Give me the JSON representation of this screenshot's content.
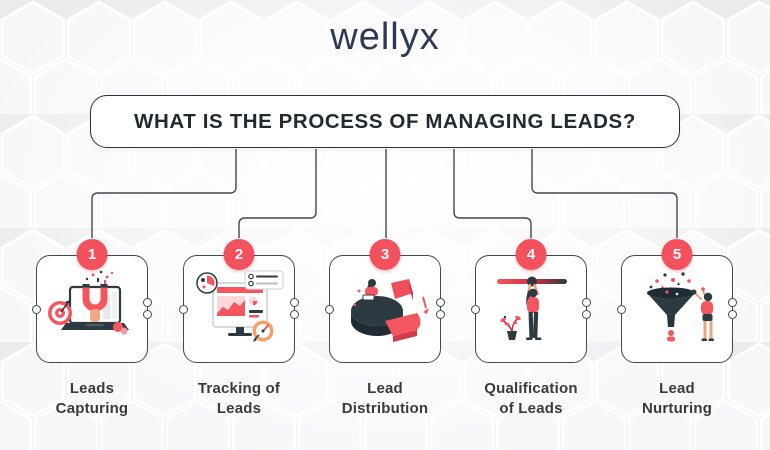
{
  "logo": {
    "text": "wellyx"
  },
  "title": {
    "text": "WHAT IS THE PROCESS OF MANAGING LEADS?"
  },
  "colors": {
    "accent_red": "#F4515F",
    "dark_slate": "#2C3A42",
    "logo_navy": "#2E3A55",
    "connector_line": "#3E4A52",
    "background": "#EEEEF1",
    "card_background": "#FFFFFF"
  },
  "steps": [
    {
      "number": "1",
      "label_line1": "Leads",
      "label_line2": "Capturing",
      "icon": "magnet-lead-capture-illustration"
    },
    {
      "number": "2",
      "label_line1": "Tracking of",
      "label_line2": "Leads",
      "icon": "monitor-analytics-illustration"
    },
    {
      "number": "3",
      "label_line1": "Lead",
      "label_line2": "Distribution",
      "icon": "pie-chart-person-illustration"
    },
    {
      "number": "4",
      "label_line1": "Qualification",
      "label_line2": "of Leads",
      "icon": "person-holding-bar-illustration"
    },
    {
      "number": "5",
      "label_line1": "Lead",
      "label_line2": "Nurturing",
      "icon": "funnel-person-illustration"
    }
  ]
}
